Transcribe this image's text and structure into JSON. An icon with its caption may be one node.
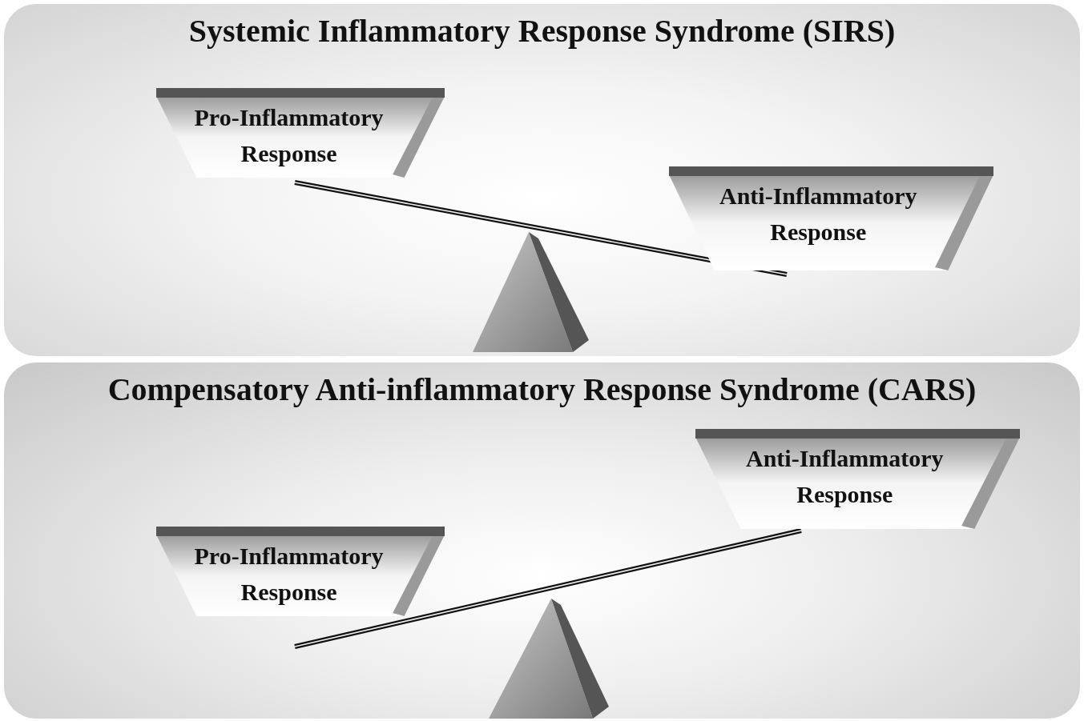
{
  "diagram": {
    "nodes": [
      {
        "text": [
          "Systemic Inflammatory Response Syndrome (SIRS)"
        ]
      },
      {
        "text": [
          "Pro-Inflammatory Response"
        ],
        "in": 0
      },
      {
        "text": [
          "Anti-Inflammatory Response"
        ],
        "in": 0
      },
      {
        "text": [
          "Compensatory Anti-inflammatory Response Syndrome (CARS)"
        ]
      },
      {
        "text": [
          "Anti-Inflammatory Response"
        ],
        "in": 3
      },
      {
        "text": [
          "Pro-Inflammatory Response"
        ],
        "in": 3
      }
    ]
  }
}
